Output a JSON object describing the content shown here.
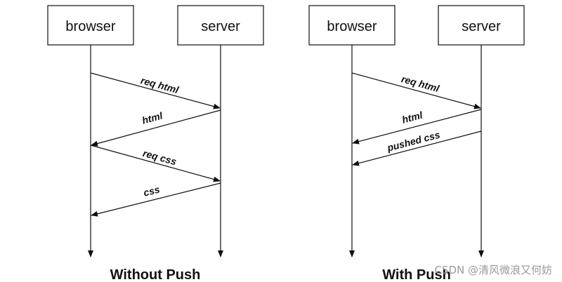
{
  "left": {
    "browser_label": "browser",
    "server_label": "server",
    "caption": "Without Push",
    "messages": [
      {
        "label": "req html",
        "from": "browser",
        "to": "server"
      },
      {
        "label": "html",
        "from": "server",
        "to": "browser"
      },
      {
        "label": "req css",
        "from": "browser",
        "to": "server"
      },
      {
        "label": "css",
        "from": "server",
        "to": "browser"
      }
    ]
  },
  "right": {
    "browser_label": "browser",
    "server_label": "server",
    "caption": "With Push",
    "messages": [
      {
        "label": "req html",
        "from": "browser",
        "to": "server"
      },
      {
        "label": "html",
        "from": "server",
        "to": "browser"
      },
      {
        "label": "pushed css",
        "from": "server",
        "to": "browser"
      }
    ]
  },
  "watermark": "CSDN @清风微浪又何妨"
}
